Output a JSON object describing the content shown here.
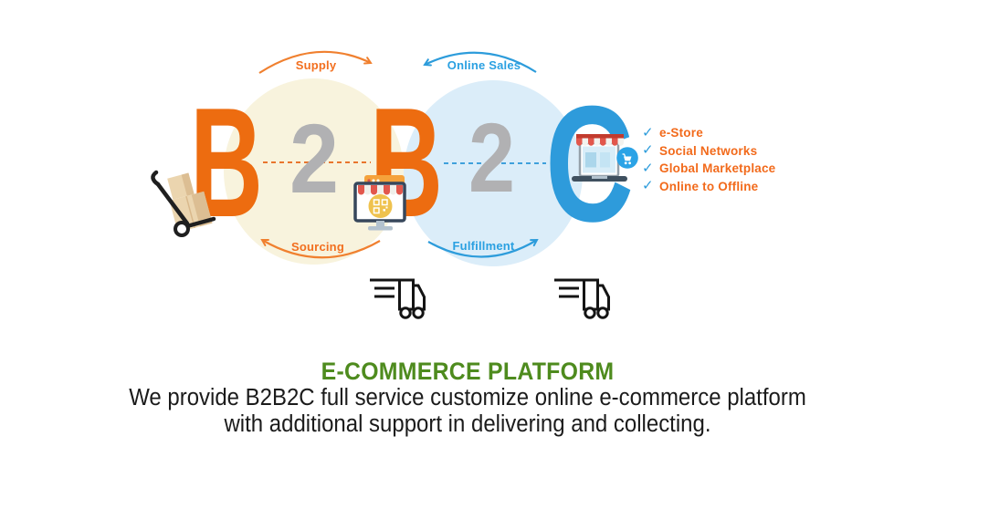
{
  "diagram": {
    "letters": {
      "b1": "B",
      "two1": "2",
      "b2": "B",
      "two2": "2",
      "c": "C"
    },
    "cycle1": {
      "top_label": "Supply",
      "bottom_label": "Sourcing"
    },
    "cycle2": {
      "top_label": "Online Sales",
      "bottom_label": "Fulfillment"
    },
    "checklist": {
      "check_glyph": "✓",
      "items": [
        {
          "label": "e-Store"
        },
        {
          "label": "Social Networks"
        },
        {
          "label": "Global Marketplace"
        },
        {
          "label": "Online to Offline"
        }
      ]
    },
    "icons": {
      "left": "hand-truck-with-boxes-icon",
      "middle": "online-store-monitor-with-qr-icon",
      "right": "storefront-laptop-icon",
      "badge": "shopping-cart-badge-icon",
      "bottom": [
        "delivery-truck-icon",
        "delivery-truck-icon"
      ]
    },
    "colors": {
      "letter_orange": "#ED6C10",
      "letter_gray": "#B1B1B3",
      "letter_blue": "#2E9BDB",
      "supplier_ellipse": "#F8F3DD",
      "consumer_ellipse": "#DBEDF9",
      "orange_accent": "#F26F1F",
      "blue_accent": "#2AA0E1",
      "checklist_text": "#F26A1B",
      "check_mark": "#2D9CDB",
      "heading_green": "#4E8B1E"
    }
  },
  "caption": {
    "title": "E-COMMERCE PLATFORM",
    "line1": "We provide B2B2C full service customize online e-commerce platform",
    "line2": "with additional support in delivering and collecting."
  }
}
